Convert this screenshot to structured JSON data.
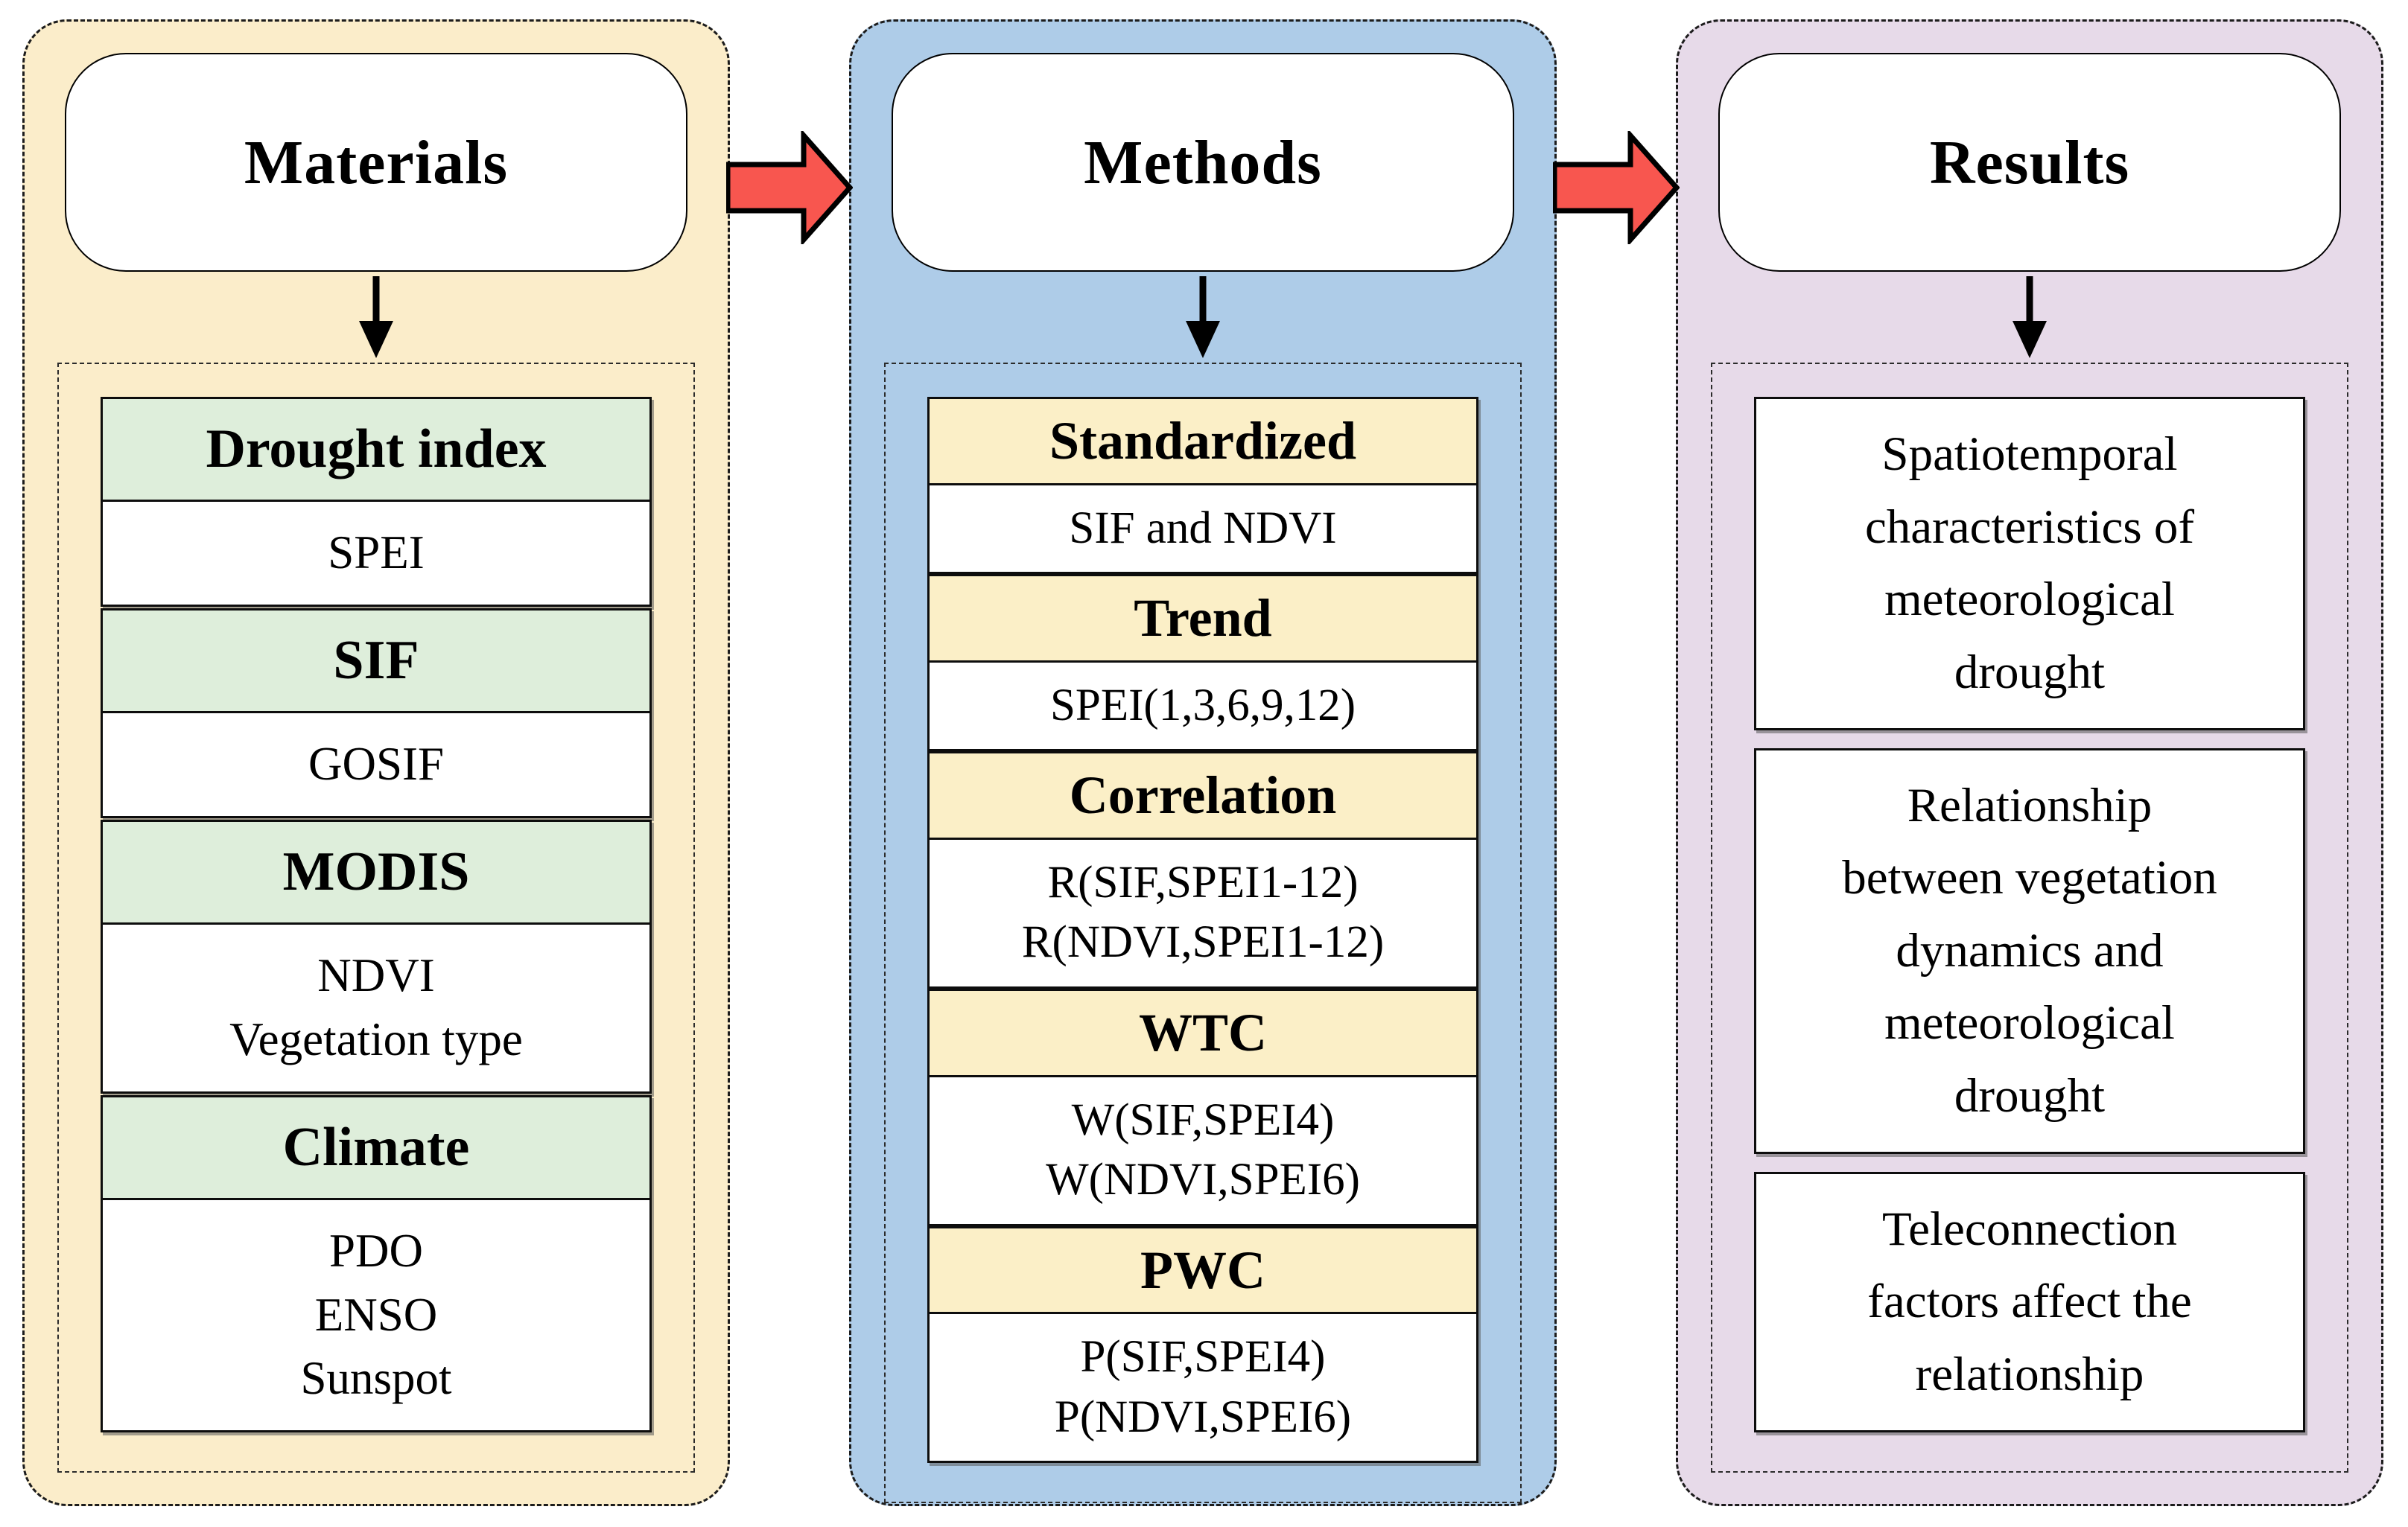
{
  "figure": {
    "type": "flowchart",
    "colors": {
      "flow_arrow": "#F8564F",
      "outline": "#000000",
      "materials_panel": "#FBEDCA",
      "methods_panel": "#AECCE8",
      "results_panel": "#E7DAE9",
      "materials_header": "#DEEEDB",
      "methods_header": "#FBEFC7"
    },
    "columns": [
      {
        "key": "materials",
        "title": "Materials",
        "boxes": [
          {
            "header": "Drought index",
            "lines": [
              "SPEI"
            ]
          },
          {
            "header": "SIF",
            "lines": [
              "GOSIF"
            ]
          },
          {
            "header": "MODIS",
            "lines": [
              "NDVI",
              "Vegetation type"
            ]
          },
          {
            "header": "Climate",
            "lines": [
              "PDO",
              "ENSO",
              "Sunspot"
            ]
          }
        ]
      },
      {
        "key": "methods",
        "title": "Methods",
        "boxes": [
          {
            "header": "Standardized",
            "lines": [
              "SIF and NDVI"
            ]
          },
          {
            "header": "Trend",
            "lines": [
              "SPEI(1,3,6,9,12)"
            ]
          },
          {
            "header": "Correlation",
            "lines": [
              "R(SIF,SPEI1-12)",
              "R(NDVI,SPEI1-12)"
            ]
          },
          {
            "header": "WTC",
            "lines": [
              "W(SIF,SPEI4)",
              "W(NDVI,SPEI6)"
            ]
          },
          {
            "header": "PWC",
            "lines": [
              "P(SIF,SPEI4)",
              "P(NDVI,SPEI6)"
            ]
          }
        ]
      },
      {
        "key": "results",
        "title": "Results",
        "boxes": [
          {
            "lines": [
              "Spatiotemporal",
              "characteristics of",
              "meteorological",
              "drought"
            ]
          },
          {
            "lines": [
              "Relationship",
              "between vegetation",
              "dynamics and",
              "meteorological",
              "drought"
            ]
          },
          {
            "lines": [
              "Teleconnection",
              "factors affect the",
              "relationship"
            ]
          }
        ]
      }
    ]
  }
}
